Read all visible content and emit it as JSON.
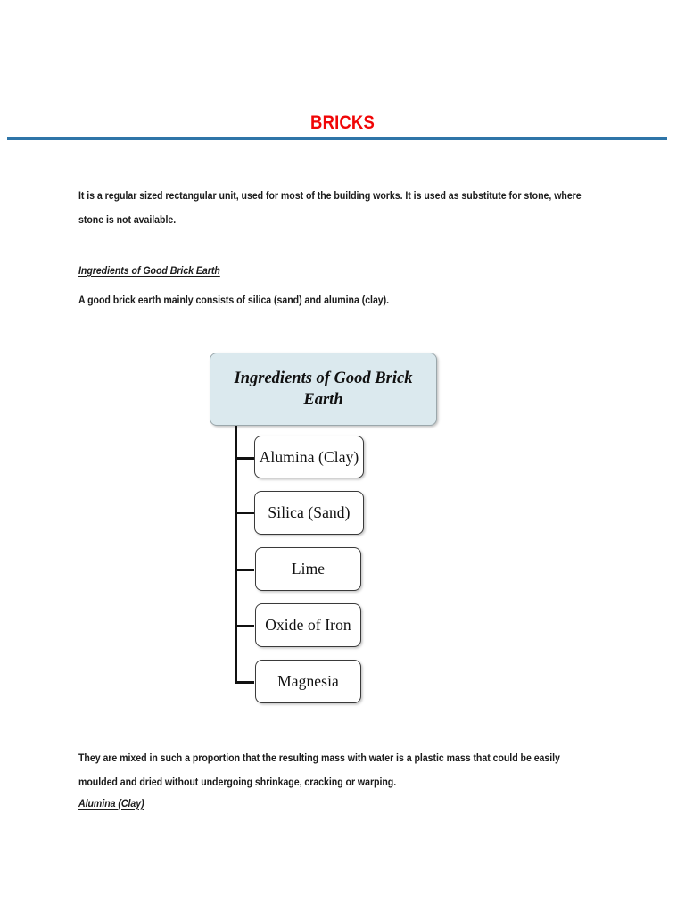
{
  "document": {
    "title": "BRICKS",
    "title_color": "#f00607",
    "rule_color": "#2e75a8"
  },
  "paragraphs": {
    "intro": "It is a regular sized rectangular unit, used for most of the building works. It is used as substitute for stone, where stone is not available.",
    "consists": "A good brick earth mainly consists of silica (sand) and alumina (clay).",
    "mixed": "They are mixed in such a proportion that the resulting mass with water is a plastic mass that could be easily moulded and dried without undergoing shrinkage, cracking or warping."
  },
  "headings": {
    "ingredients": "Ingredients of Good Brick Earth",
    "alumina": "Alumina (Clay)"
  },
  "diagram": {
    "root": {
      "label": "Ingredients of Good Brick Earth",
      "fill": "#dbe9ee",
      "border": "#9aa7ab"
    },
    "leaves": [
      {
        "label": "Alumina (Clay)"
      },
      {
        "label": "Silica (Sand)"
      },
      {
        "label": "Lime"
      },
      {
        "label": "Oxide of Iron"
      },
      {
        "label": "Magnesia"
      }
    ]
  }
}
